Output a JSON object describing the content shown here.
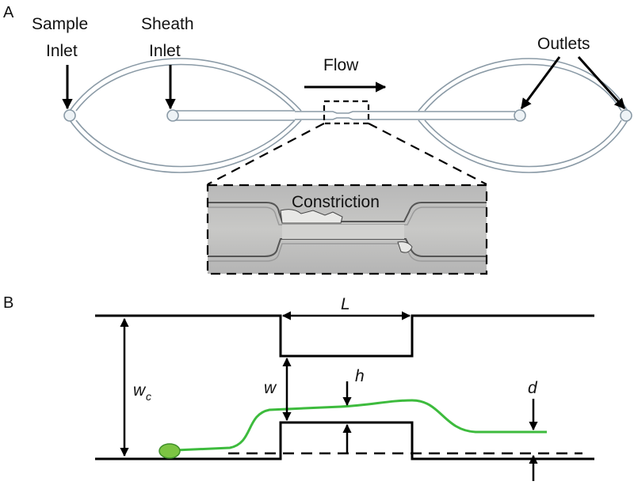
{
  "panel_a": {
    "letter": "A",
    "sample_inlet": [
      "Sample",
      "Inlet"
    ],
    "sheath_inlet": [
      "Sheath",
      "Inlet"
    ],
    "flow": "Flow",
    "outlets": "Outlets",
    "constriction": "Constriction"
  },
  "panel_b": {
    "letter": "B",
    "L": "L",
    "w": "w",
    "wc_main": "w",
    "wc_sub": "c",
    "h": "h",
    "d": "d"
  },
  "colors": {
    "channel_stroke": "#8a9aa6",
    "channel_fill": "#eef3f6",
    "cell_fill": "#7cc443",
    "cell_stroke": "#3f8f2a",
    "trajectory": "#3dbb3d",
    "micrograph_bg": "#bdbdbd"
  }
}
